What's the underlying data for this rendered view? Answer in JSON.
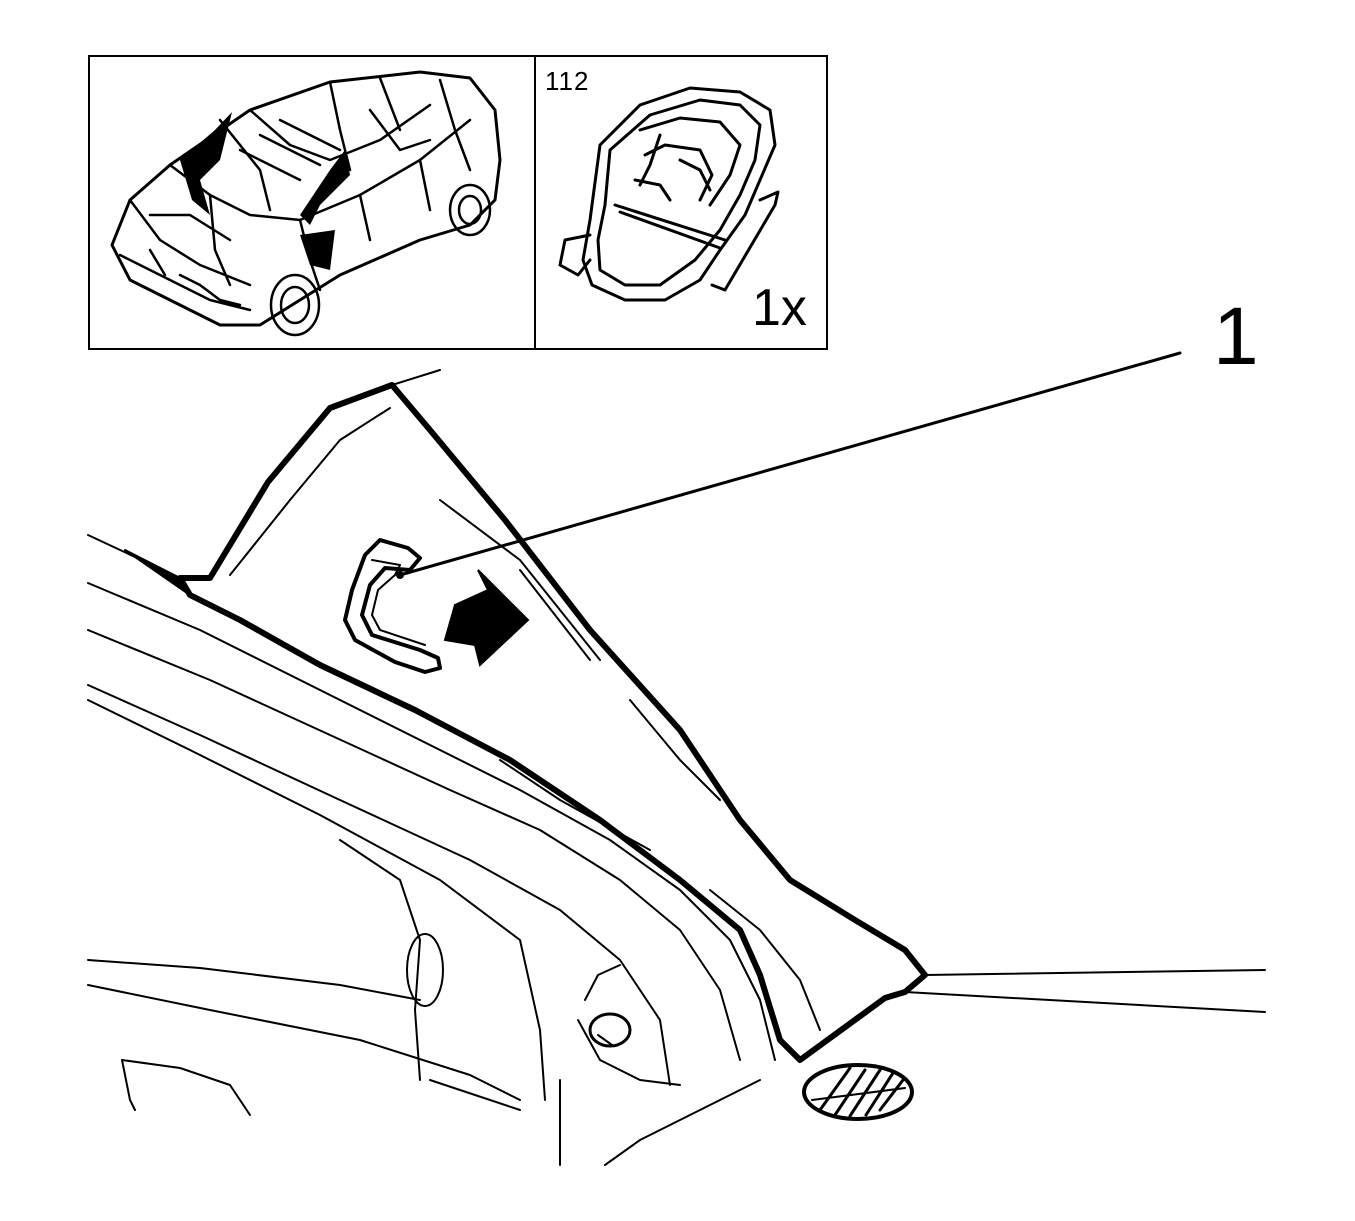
{
  "inset": {
    "part_number": "112",
    "quantity": "1x"
  },
  "callout": {
    "label": "1"
  },
  "colors": {
    "line": "#000000",
    "background": "#ffffff"
  },
  "icons": [
    "car-body-outline-icon",
    "clip-part-icon",
    "direction-arrow-icon",
    "air-vent-icon"
  ]
}
